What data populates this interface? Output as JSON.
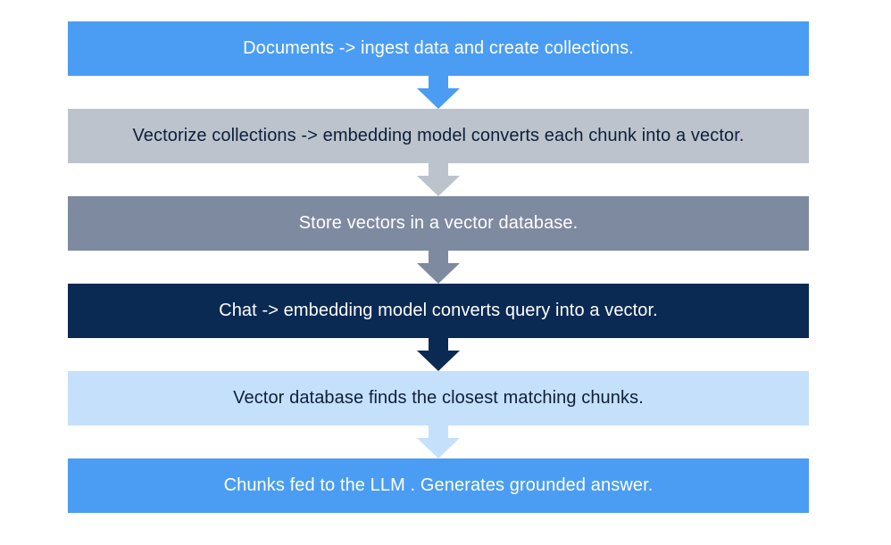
{
  "steps": [
    {
      "label": "Documents -> ingest data and create collections.",
      "bg": "#4a9df2",
      "fg": "#ffffff"
    },
    {
      "label": "Vectorize collections -> embedding model converts each chunk into a vector.",
      "bg": "#bcc3cc",
      "fg": "#0e1f3a"
    },
    {
      "label": "Store vectors in a vector database.",
      "bg": "#7e8aa0",
      "fg": "#ffffff"
    },
    {
      "label": "Chat -> embedding model converts query into a vector.",
      "bg": "#0a2a54",
      "fg": "#ffffff"
    },
    {
      "label": "Vector database finds the closest matching chunks.",
      "bg": "#c5e0fb",
      "fg": "#0e1f3a"
    },
    {
      "label": "Chunks fed to the LLM . Generates grounded answer.",
      "bg": "#4a9df2",
      "fg": "#ffffff"
    }
  ],
  "colors": {
    "background": "#ffffff"
  }
}
